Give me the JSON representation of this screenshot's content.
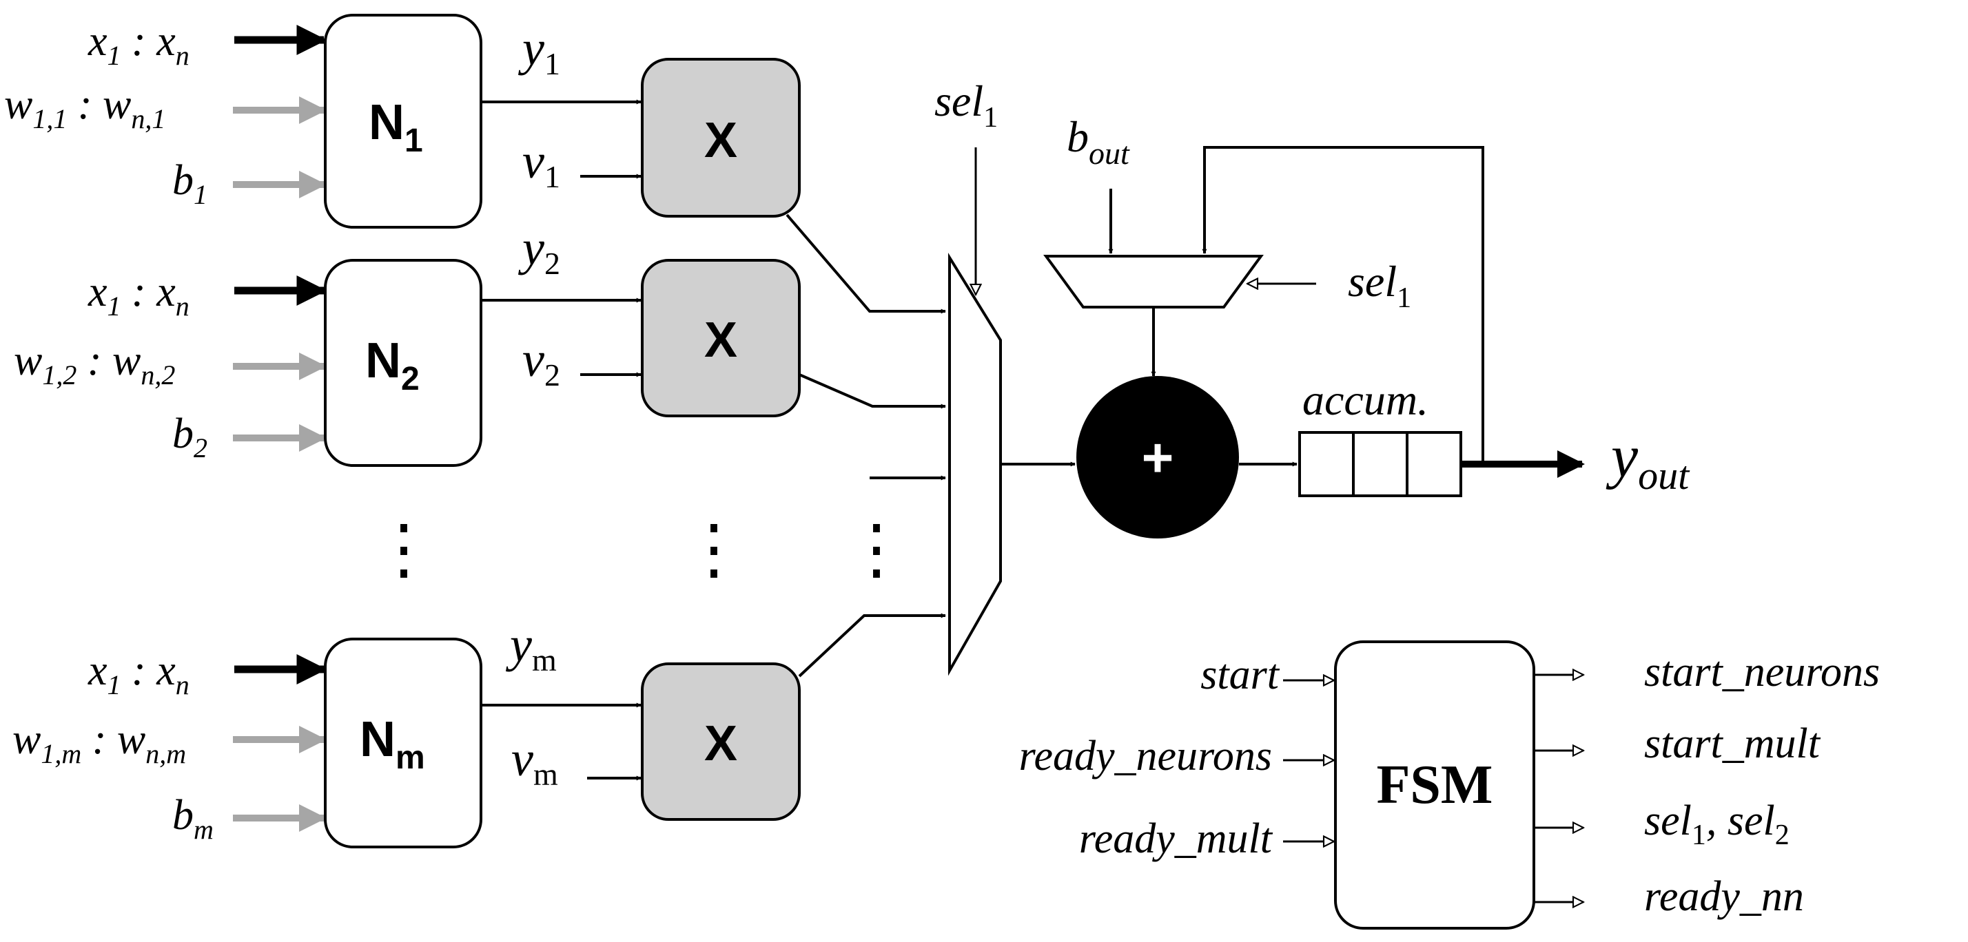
{
  "neurons": [
    {
      "id": "N1",
      "name": "N",
      "sub": "1",
      "x_in": {
        "a": "x",
        "a_sub": "1",
        "sep": " : ",
        "b": "x",
        "b_sub": "n"
      },
      "w_in": {
        "a": "w",
        "a_sub": "1,1",
        "sep": " : ",
        "b": "w",
        "b_sub": "n,1"
      },
      "b_in": {
        "a": "b",
        "a_sub": "1"
      },
      "y_out": {
        "a": "y",
        "a_sub": "1"
      },
      "v_in": {
        "a": "v",
        "a_sub": "1"
      },
      "mult_label": "X"
    },
    {
      "id": "N2",
      "name": "N",
      "sub": "2",
      "x_in": {
        "a": "x",
        "a_sub": "1",
        "sep": " : ",
        "b": "x",
        "b_sub": "n"
      },
      "w_in": {
        "a": "w",
        "a_sub": "1,2",
        "sep": " : ",
        "b": "w",
        "b_sub": "n,2"
      },
      "b_in": {
        "a": "b",
        "a_sub": "2"
      },
      "y_out": {
        "a": "y",
        "a_sub": "2"
      },
      "v_in": {
        "a": "v",
        "a_sub": "2"
      },
      "mult_label": "X"
    },
    {
      "id": "Nm",
      "name": "N",
      "sub": "m",
      "x_in": {
        "a": "x",
        "a_sub": "1",
        "sep": " : ",
        "b": "x",
        "b_sub": "n"
      },
      "w_in": {
        "a": "w",
        "a_sub": "1,m",
        "sep": " : ",
        "b": "w",
        "b_sub": "n,m"
      },
      "b_in": {
        "a": "b",
        "a_sub": "m"
      },
      "y_out": {
        "a": "y",
        "a_sub": "m"
      },
      "v_in": {
        "a": "v",
        "a_sub": "m"
      },
      "mult_label": "X"
    }
  ],
  "ellipsis": "⋮",
  "mux_sel": {
    "a": "sel",
    "a_sub": "1"
  },
  "b_out": {
    "a": "b",
    "a_sub": "out"
  },
  "small_mux_sel": {
    "a": "sel",
    "a_sub": "1"
  },
  "adder_symbol": "+",
  "accum_label": "accum.",
  "y_out": {
    "a": "y",
    "a_sub": "out"
  },
  "fsm": {
    "label": "FSM",
    "inputs": [
      "start",
      "ready_neurons",
      "ready_mult"
    ],
    "outputs": [
      "start_neurons",
      "start_mult"
    ],
    "sel_output": {
      "a": "sel",
      "a_sub": "1",
      "sep": ", ",
      "b": "sel",
      "b_sub": "2"
    },
    "last_output": "ready_nn"
  },
  "colors": {
    "line": "#000000",
    "gray_arrow": "#a6a6a6",
    "mult_fill": "#d0d0d0",
    "adder_fill": "#000000"
  }
}
